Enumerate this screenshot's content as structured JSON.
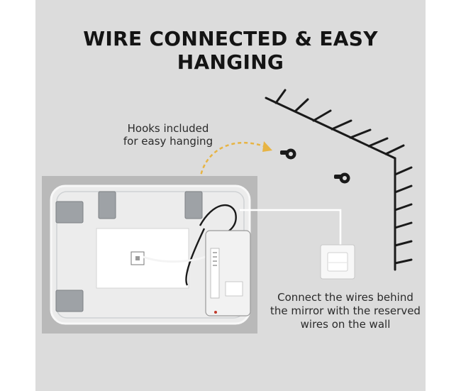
{
  "title": "WIRE CONNECTED & EASY HANGING",
  "captions": {
    "hooks_line1": "Hooks included",
    "hooks_line2": "for easy hanging",
    "connect_line1": "Connect the wires behind",
    "connect_line2": "the mirror with the reserved",
    "connect_line3": "wires on the wall"
  },
  "colors": {
    "background": "#dcdcdc",
    "title": "#141414",
    "arrow": "#e7b444",
    "wire": "#ffffff"
  },
  "icons": [
    "wall-hook-icon",
    "wall-switch-icon",
    "wall-corner-icon",
    "junction-box-icon"
  ]
}
